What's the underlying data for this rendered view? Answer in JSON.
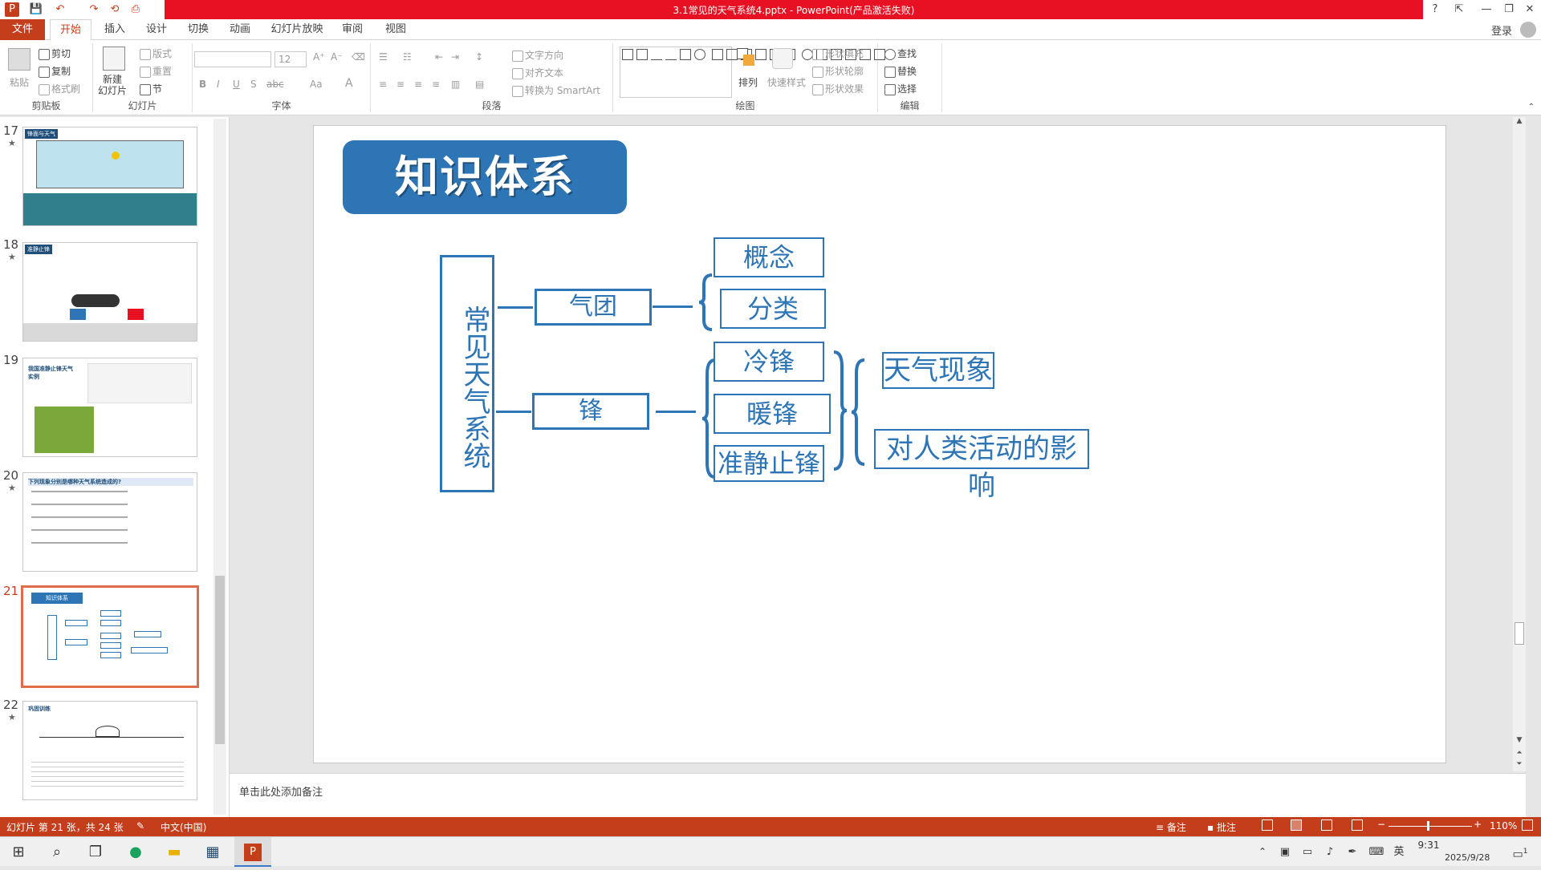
{
  "window": {
    "title": "3.1常见的天气系统4.pptx - PowerPoint(产品激活失败)",
    "login": "登录",
    "controls": [
      "?",
      "⇱",
      "—",
      "❐",
      "✕"
    ]
  },
  "qat": [
    "P",
    "💾",
    "↶",
    "↷",
    "⟲",
    "⎙"
  ],
  "tabs": [
    "文件",
    "开始",
    "插入",
    "设计",
    "切换",
    "动画",
    "幻灯片放映",
    "审阅",
    "视图"
  ],
  "ribbon": {
    "clipboard": {
      "paste": "粘贴",
      "cut": "剪切",
      "copy": "复制",
      "format_painter": "格式刷",
      "label": "剪贴板"
    },
    "slides": {
      "new_slide": "新建\n幻灯片",
      "layout": "版式",
      "reset": "重置",
      "section": "节",
      "label": "幻灯片"
    },
    "font": {
      "size": "12",
      "bold": "B",
      "italic": "I",
      "underline": "U",
      "shadow": "S",
      "strike": "abc",
      "case": "Aa",
      "color": "A",
      "label": "字体"
    },
    "paragraph": {
      "text_direction": "文字方向",
      "align_text": "对齐文本",
      "smartart": "转换为 SmartArt",
      "label": "段落"
    },
    "drawing": {
      "arrange": "排列",
      "quick_styles": "快速样式",
      "shape_fill": "形状填充",
      "shape_outline": "形状轮廓",
      "shape_effects": "形状效果",
      "label": "绘图"
    },
    "editing": {
      "find": "查找",
      "replace": "替换",
      "select": "选择",
      "label": "编辑"
    }
  },
  "thumbnails": [
    {
      "num": "17",
      "star": "★",
      "tag": "锋面与天气"
    },
    {
      "num": "18",
      "star": "★",
      "tag": "准静止锋"
    },
    {
      "num": "19",
      "star": "",
      "tag": "我国准静止锋天气实例"
    },
    {
      "num": "20",
      "star": "★",
      "tag": "下列现象分别是哪种天气系统造成的?"
    },
    {
      "num": "21",
      "star": "",
      "tag": "知识体系"
    },
    {
      "num": "22",
      "star": "★",
      "tag": "巩固训练"
    }
  ],
  "slide": {
    "title": "知识体系",
    "root": "常见天气系统",
    "air_mass": "气团",
    "front": "锋",
    "concept": "概念",
    "classification": "分类",
    "cold_front": "冷锋",
    "warm_front": "暖锋",
    "stationary_front": "准静止锋",
    "weather": "天气现象",
    "impact": "对人类活动的影响"
  },
  "notes_placeholder": "单击此处添加备注",
  "status": {
    "slide_info": "幻灯片 第 21 张，共 24 张",
    "language": "中文(中国)",
    "notes": "备注",
    "comments": "批注",
    "zoom": "110%"
  },
  "taskbar": {
    "time": "9:31",
    "date": "2025/9/28",
    "ime": "英",
    "notification_count": "1"
  },
  "colors": {
    "accent": "#c43e1c",
    "slide_blue": "#2e75b6",
    "title_bar_red": "#e81123"
  }
}
